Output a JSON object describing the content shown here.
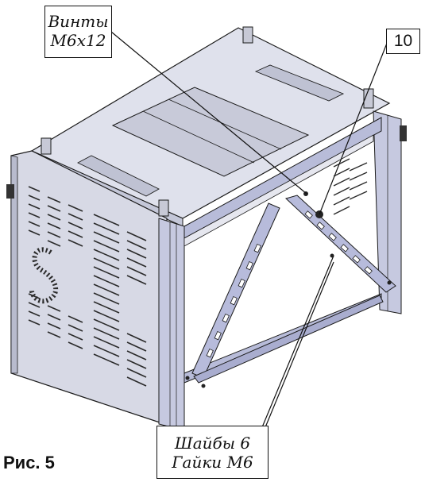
{
  "callouts": {
    "screws": {
      "line1": "Винты",
      "line2": "М6х12"
    },
    "washers": {
      "line1": "Шайбы 6",
      "line2": "Гайки М6"
    },
    "item_number": "10"
  },
  "figure_caption": "Рис. 5",
  "colors": {
    "panel": "#d9dbe7",
    "panel_dark": "#aeb1c6",
    "frame": "#b9bdd8",
    "line": "#1a1a1a"
  }
}
